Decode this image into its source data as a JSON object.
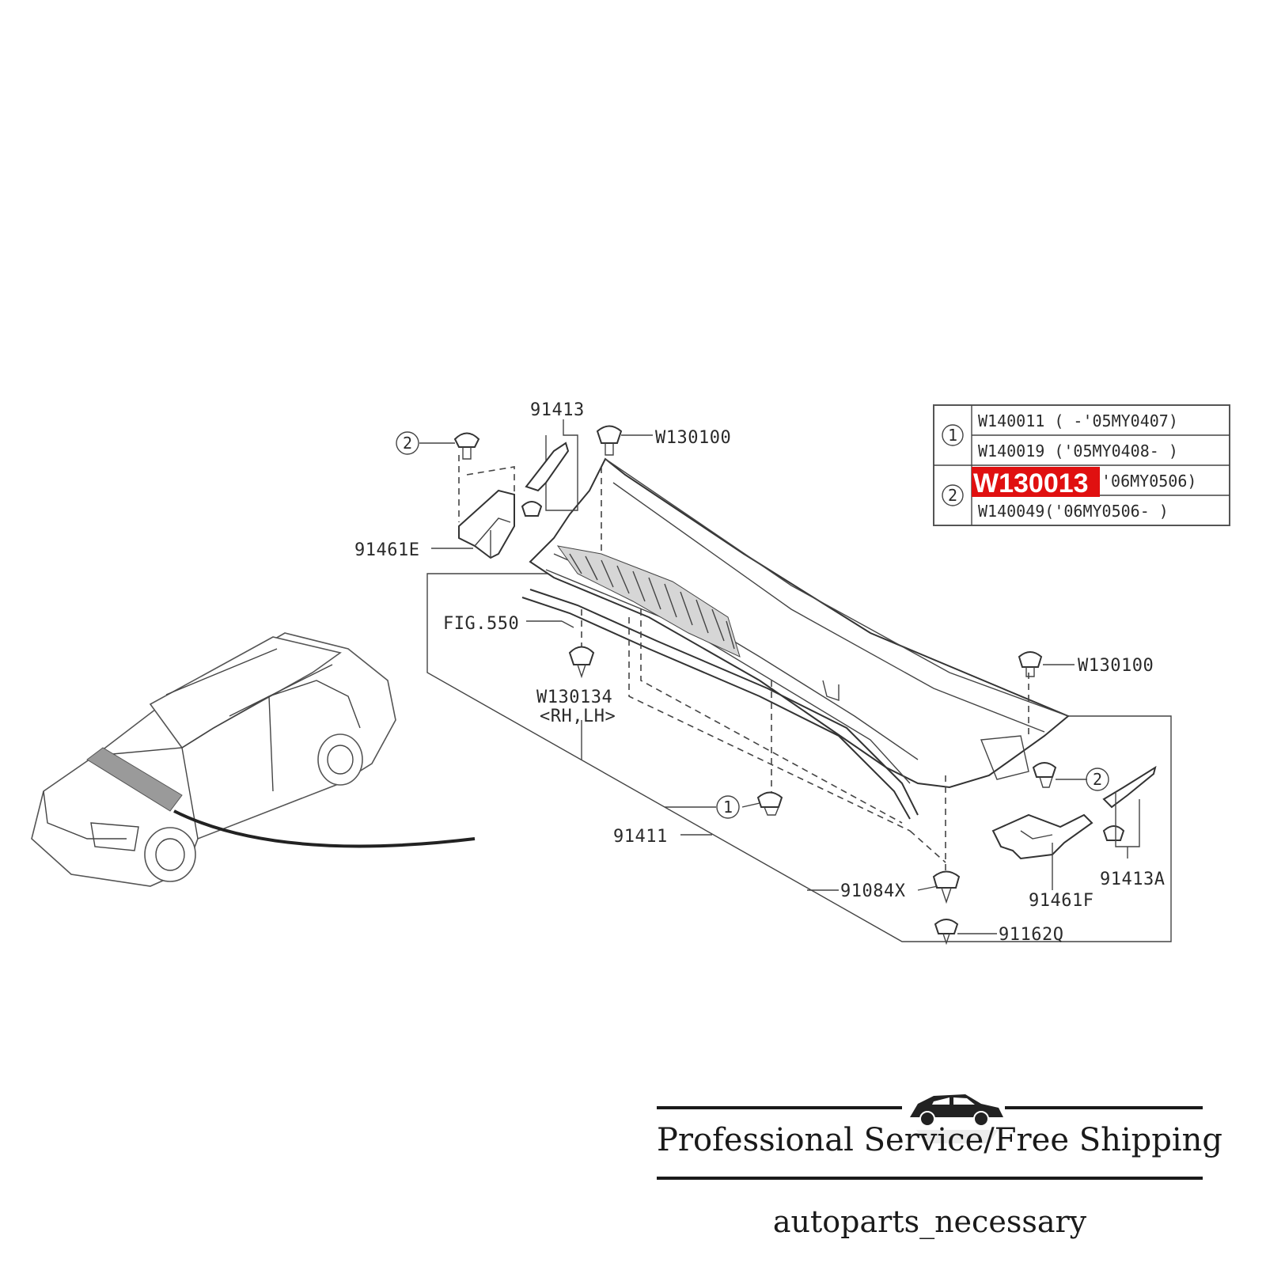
{
  "callouts": {
    "p91413": "91413",
    "p91461E": "91461E",
    "pW130100_top": "W130100",
    "pW130100_right": "W130100",
    "pFIG550": "FIG.550",
    "pW130134": "W130134",
    "pW130134_side": "<RH,LH>",
    "p91411": "91411",
    "p91084X": "91084X",
    "p91162Q": "91162Q",
    "p91461F": "91461F",
    "p91413A": "91413A",
    "ref1": "1",
    "ref2": "2"
  },
  "table": {
    "group1_marker": "1",
    "group2_marker": "2",
    "row1": "W140011 ( -'05MY0407)",
    "row2": "W140019 ('05MY0408- )",
    "row3_part": "W130013",
    "row3_range": "'06MY0506)",
    "row4": "W140049('06MY0506- )",
    "highlight_color": "#e01010"
  },
  "footer": {
    "tagline": "Professional Service/Free Shipping",
    "shop_name": "autoparts_necessary",
    "icon": "car-icon"
  }
}
